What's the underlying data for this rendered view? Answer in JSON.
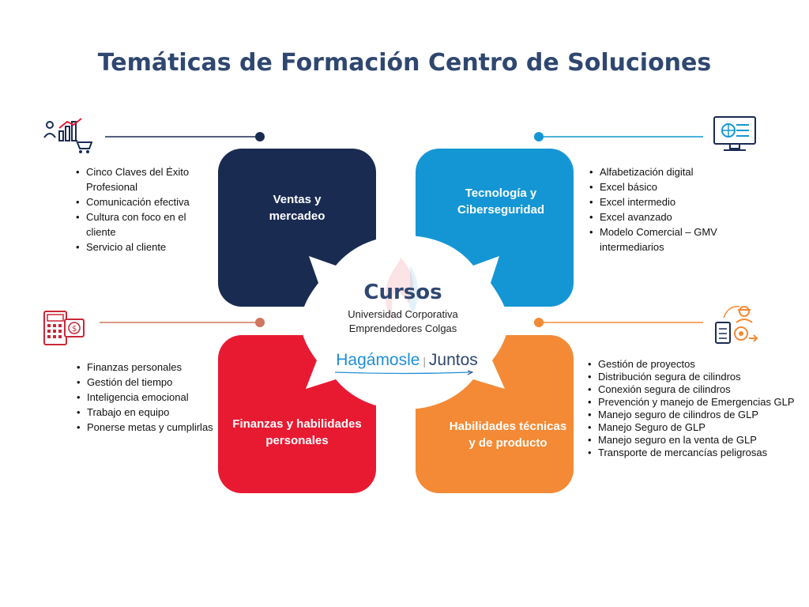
{
  "title": "Temáticas de Formación Centro de Soluciones",
  "center": {
    "heading": "Cursos",
    "line1": "Universidad Corporativa",
    "line2": "Emprendedores Colgas",
    "brand_part1": "Hagámosle",
    "brand_part2": "Juntos"
  },
  "quadrants": {
    "ventas": {
      "label_line1": "Ventas y",
      "label_line2": "mercadeo",
      "color": "#1a2b52",
      "icon": "sales-chart-cart-icon",
      "items": [
        "Cinco Claves del Éxito Profesional",
        "Comunicación efectiva",
        "Cultura con foco en el cliente",
        "Servicio al cliente"
      ]
    },
    "tecnologia": {
      "label_line1": "Tecnología y",
      "label_line2": "Ciberseguridad",
      "color": "#1596d4",
      "icon": "computer-network-icon",
      "items": [
        "Alfabetización digital",
        "Excel básico",
        "Excel intermedio",
        "Excel avanzado",
        "Modelo Comercial – GMV intermediarios"
      ]
    },
    "finanzas": {
      "label_line1": "Finanzas y habilidades",
      "label_line2": "personales",
      "color": "#e81a32",
      "icon": "calculator-money-icon",
      "items": [
        "Finanzas personales",
        "Gestión del tiempo",
        "Inteligencia emocional",
        "Trabajo en equipo",
        "Ponerse metas y cumplirlas"
      ]
    },
    "habilidades": {
      "label_line1": "Habilidades técnicas",
      "label_line2": "y de producto",
      "color": "#f48a35",
      "icon": "worker-process-icon",
      "items": [
        "Gestión de proyectos",
        "Distribución segura de cilindros",
        "Conexión segura de cilindros",
        "Prevención y manejo de Emergencias GLP",
        "Manejo seguro de cilindros de GLP",
        "Manejo Seguro de GLP",
        "Manejo seguro en la venta de GLP",
        "Transporte de mercancías peligrosas"
      ]
    }
  }
}
